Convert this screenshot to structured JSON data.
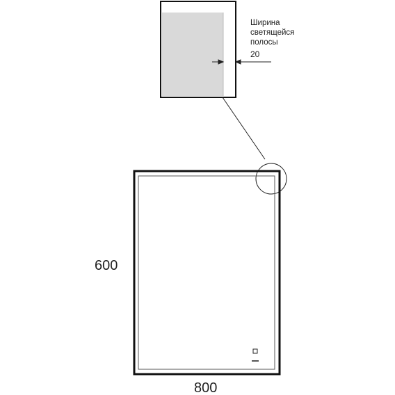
{
  "detail_callout": {
    "label_line1": "Ширина",
    "label_line2": "светящейся",
    "label_line3": "полосы",
    "strip_width_value": "20"
  },
  "dimensions": {
    "height_value": "600",
    "width_value": "800"
  },
  "colors": {
    "frame": "#111111",
    "glow_strip": "#d9d9d9",
    "line": "#222222"
  },
  "icons": {
    "touch_sensor": "small-square-icon",
    "brand_mark": "logo-mark-icon"
  }
}
